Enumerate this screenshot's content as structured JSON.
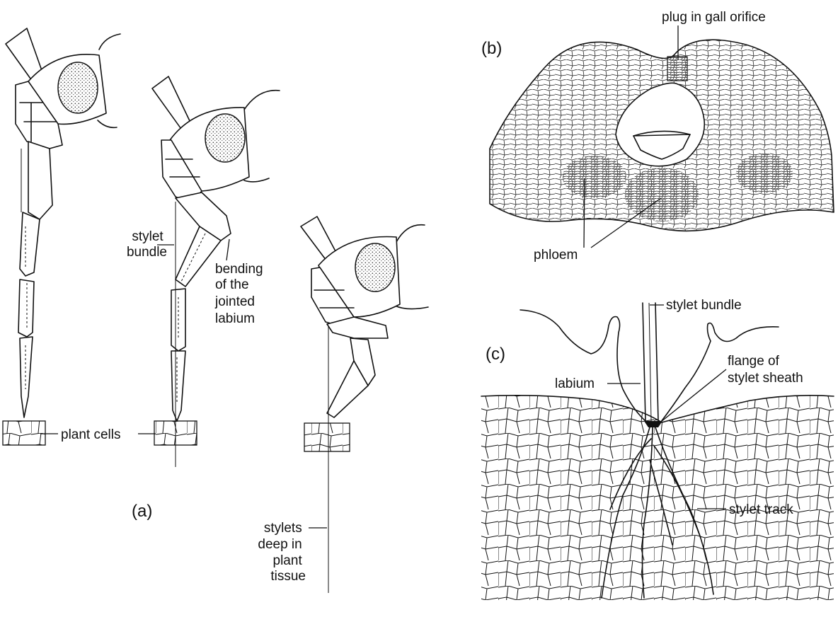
{
  "figure": {
    "panels": {
      "a": "(a)",
      "b": "(b)",
      "c": "(c)"
    },
    "labels": {
      "plant_cells_1": "plant cells",
      "stylet_bundle_a": [
        "stylet",
        "bundle"
      ],
      "bending": [
        "bending",
        "of the",
        "jointed",
        "labium"
      ],
      "stylets_deep": [
        "stylets",
        "deep in",
        "plant",
        "tissue"
      ],
      "plug": "plug in gall orifice",
      "phloem": "phloem",
      "stylet_bundle_c": "stylet bundle",
      "labium": "labium",
      "flange": [
        "flange of",
        "stylet sheath"
      ],
      "stylet_track": "stylet track"
    }
  }
}
